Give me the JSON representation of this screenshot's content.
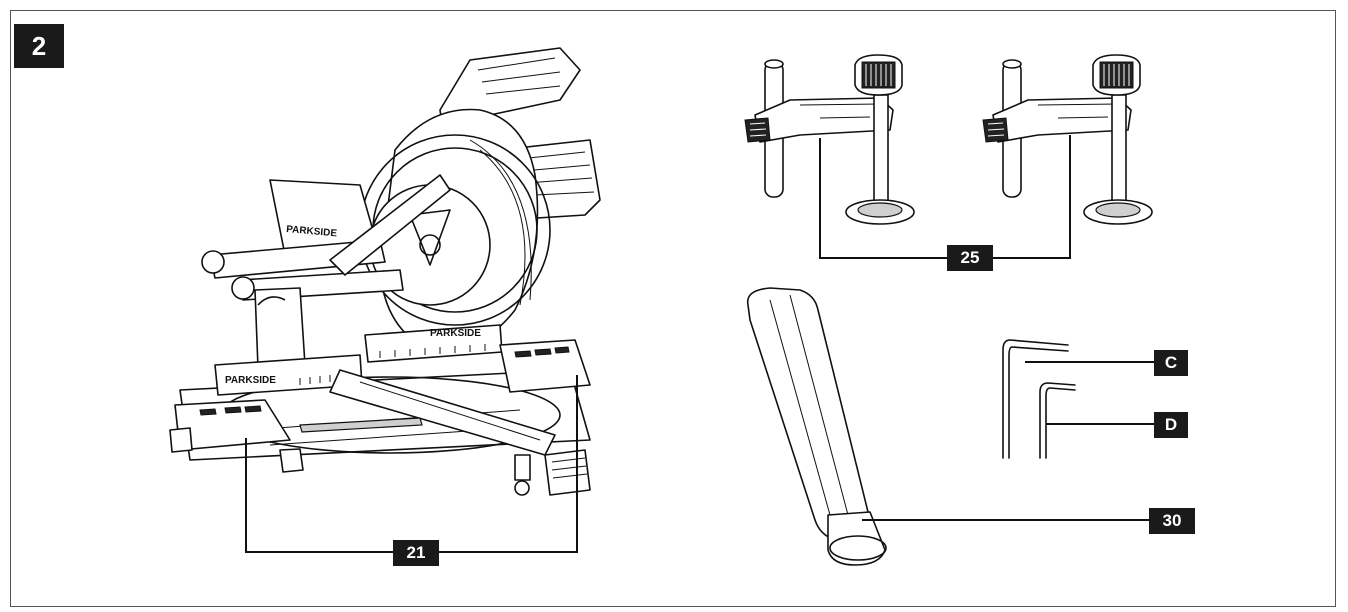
{
  "figure": {
    "number": "2"
  },
  "callouts": {
    "c21": "21",
    "c25": "25",
    "c30": "30",
    "cC": "C",
    "cD": "D"
  },
  "brand_text": "PARKSIDE"
}
